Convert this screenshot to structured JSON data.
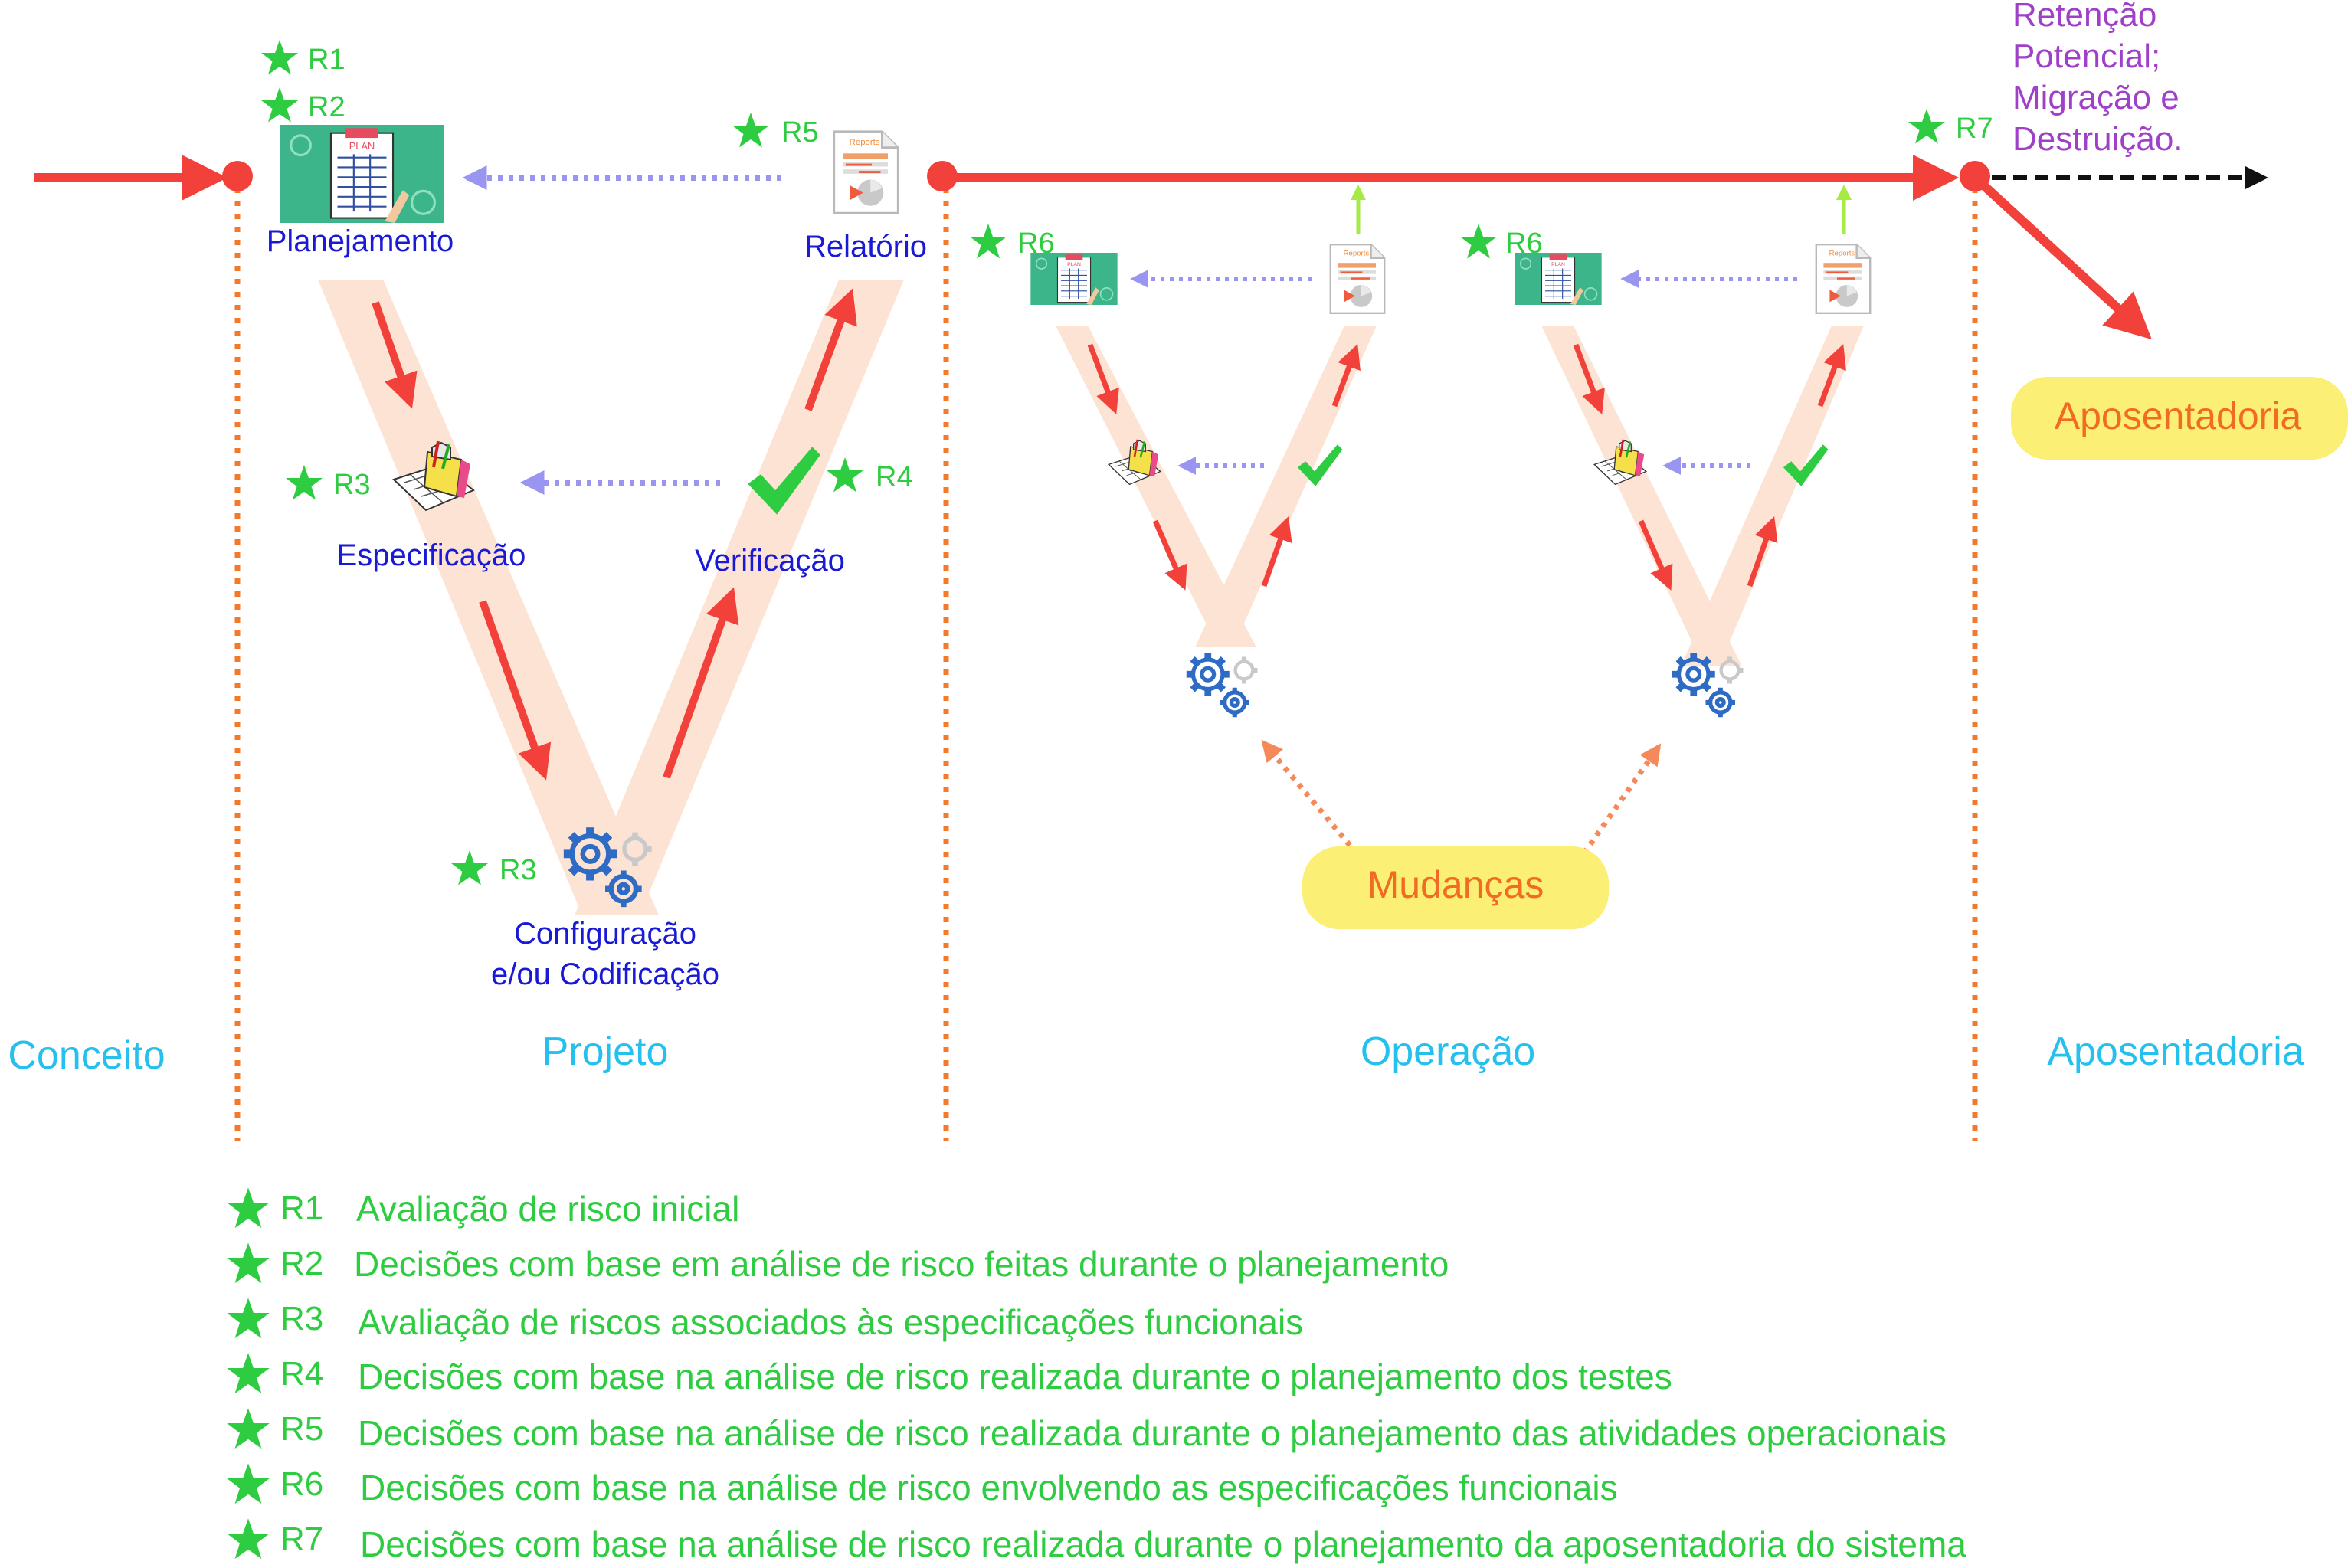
{
  "colors": {
    "phase_blue": "#25c0ee",
    "stage_blue": "#1a1ad6",
    "risk_green": "#2ecc40",
    "flow_red": "#f2403a",
    "divider_orange": "#f47a2a",
    "feedback_lavender": "#9a95f0",
    "change_orange": "#f5895a",
    "retention_purple": "#a040c8",
    "note_yellow": "#fbef76",
    "band_peach": "#fde3d3"
  },
  "phases": {
    "concept": "Conceito",
    "project": "Projeto",
    "operation": "Operação",
    "retirement": "Aposentadoria"
  },
  "stages": {
    "planning": "Planejamento",
    "report": "Relatório",
    "specification": "Especificação",
    "verification": "Verificação",
    "config_line1": "Configuração",
    "config_line2": "e/ou Codificação"
  },
  "markers": {
    "r1": "R1",
    "r2": "R2",
    "r3": "R3",
    "r4": "R4",
    "r5": "R5",
    "r6": "R6",
    "r7": "R7"
  },
  "retention": [
    "Retenção",
    "Potencial;",
    "Migração e",
    "Destruição."
  ],
  "retirement_badge": "Aposentadoria",
  "changes_badge": "Mudanças",
  "icons": [
    "plan-board-icon",
    "report-icon",
    "spec-sheet-icon",
    "checkmark-icon",
    "gears-icon",
    "star-icon"
  ],
  "legend": [
    {
      "code": "R1",
      "text": "Avaliação de risco inicial"
    },
    {
      "code": "R2",
      "text": "Decisões com base em análise de risco feitas durante o planejamento"
    },
    {
      "code": "R3",
      "text": "Avaliação de riscos associados às especificações funcionais"
    },
    {
      "code": "R4",
      "text": "Decisões com base na análise de risco realizada durante o planejamento dos testes"
    },
    {
      "code": "R5",
      "text": "Decisões com base na análise de risco realizada durante o planejamento das atividades operacionais"
    },
    {
      "code": "R6",
      "text": "Decisões com base na análise de risco envolvendo as especificações funcionais"
    },
    {
      "code": "R7",
      "text": "Decisões com base na análise de risco realizada durante o planejamento da aposentadoria do sistema"
    }
  ]
}
